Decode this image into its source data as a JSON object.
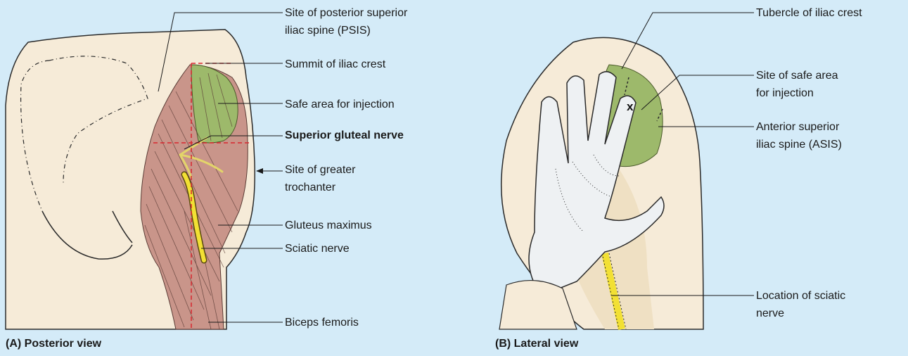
{
  "posterior": {
    "caption": "(A) Posterior view",
    "labels": {
      "psis_line1": "Site of posterior superior",
      "psis_line2": "iliac spine (PSIS)",
      "summit": "Summit of iliac crest",
      "safe_area": "Safe area for injection",
      "sup_gluteal_nerve": "Superior gluteal nerve",
      "greater_troch_line1": "Site of greater",
      "greater_troch_line2": "trochanter",
      "gluteus_maximus": "Gluteus maximus",
      "sciatic_nerve": "Sciatic nerve",
      "biceps_femoris": "Biceps femoris"
    }
  },
  "lateral": {
    "caption": "(B) Lateral view",
    "x_marker": "x",
    "labels": {
      "tubercle": "Tubercle of iliac crest",
      "safe_site_line1": "Site of safe area",
      "safe_site_line2": "for injection",
      "asis_line1": "Anterior superior",
      "asis_line2": "iliac spine (ASIS)",
      "sciatic_loc_line1": "Location of sciatic",
      "sciatic_loc_line2": "nerve"
    }
  },
  "colors": {
    "background": "#d4ebf8",
    "skin": "#f6ebd8",
    "muscle": "#c9958a",
    "safe_area": "#9db96b",
    "nerve": "#f2e034",
    "guide_line": "#d8262e",
    "glove": "#eef1f3"
  }
}
